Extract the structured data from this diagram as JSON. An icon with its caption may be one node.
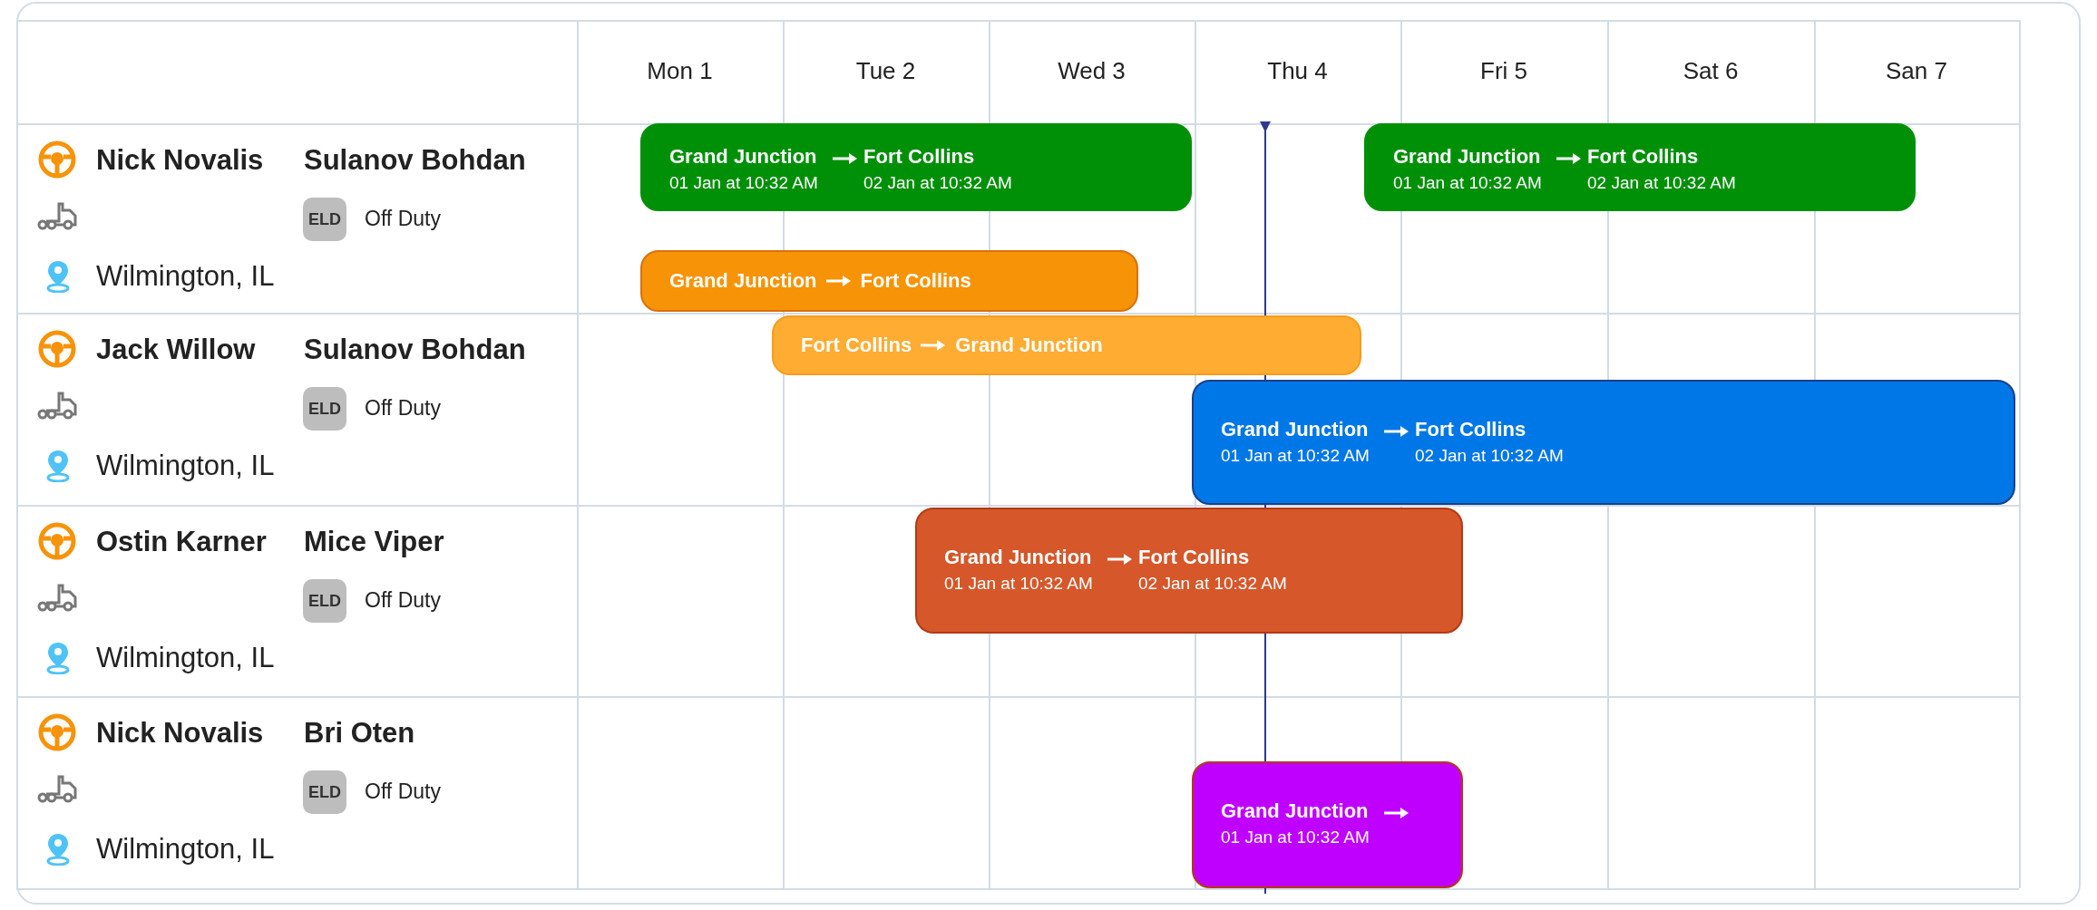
{
  "diagram": {
    "nodes": [
      {
        "text": [
          "Grand Junction",
          "Fort Collins",
          "01 Jan at 10:32 AM",
          "02 Jan at 10:32 AM"
        ]
      },
      {
        "text": [
          "Grand Junction",
          "Fort Collins",
          "01 Jan at 10:32 AM",
          "02 Jan at 10:32 AM"
        ]
      },
      {
        "text": [
          "Grand Junction",
          "Fort Collins"
        ]
      },
      {
        "text": [
          "Fort Collins",
          "Grand Junction"
        ]
      },
      {
        "text": [
          "Grand Junction",
          "Fort Collins",
          "01 Jan at 10:32 AM",
          "02 Jan at 10:32 AM"
        ]
      },
      {
        "text": [
          "Grand Junction",
          "Fort Collins",
          "01 Jan at 10:32 AM",
          "02 Jan at 10:32 AM"
        ]
      },
      {
        "text": [
          "Grand Junction",
          "01 Jan at 10:32 AM"
        ]
      }
    ],
    "labels": [
      "Mon 1",
      "Tue 2",
      "Wed 3",
      "Thu 4",
      "Fri 5",
      "Sat 6",
      "San 7",
      "Nick Novalis",
      "Sulanov Bohdan",
      "ELD",
      "Off Duty",
      "Wilmington, IL",
      "Jack Willow",
      "Sulanov Bohdan",
      "ELD",
      "Off Duty",
      "Wilmington, IL",
      "Ostin Karner",
      "Mice Viper",
      "ELD",
      "Off Duty",
      "Wilmington, IL",
      "Nick Novalis",
      "Bri Oten",
      "ELD",
      "Off Duty",
      "Wilmington, IL"
    ]
  }
}
